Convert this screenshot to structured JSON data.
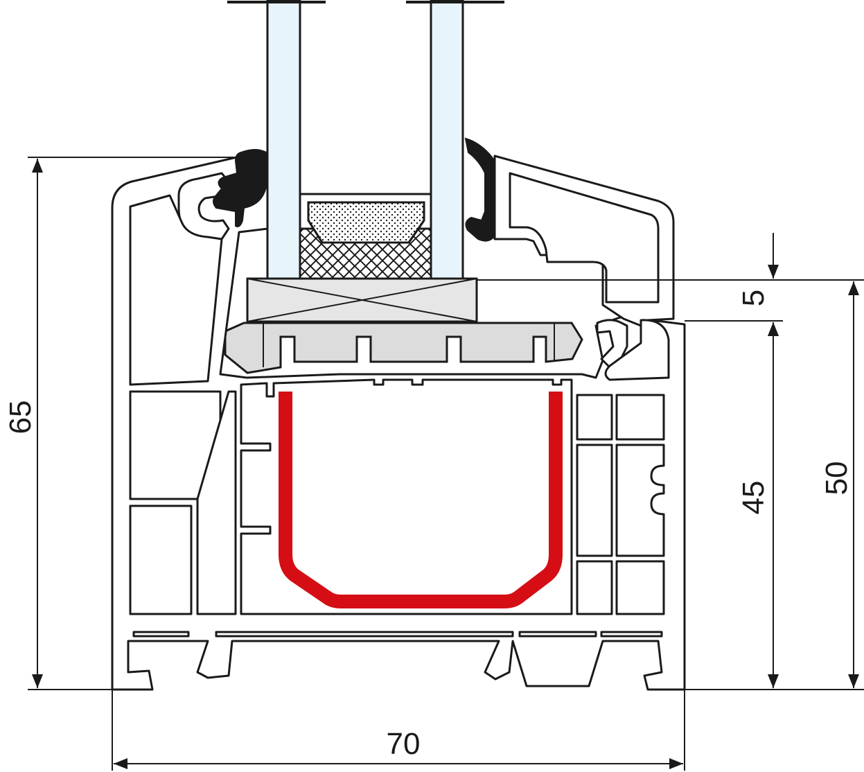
{
  "dimensions": {
    "width_label": "70",
    "height_left_label": "65",
    "rebate_label": "5",
    "middle_label": "45",
    "right_label": "50"
  },
  "colors": {
    "outline": "#1a1a1a",
    "profile_fill": "#ffffff",
    "glass_fill": "#e8f4fc",
    "seal_fill": "#1a1a1a",
    "steel_reinforcement": "#d40e14",
    "block_fill": "#e6e6e6",
    "spacer_fill": "#dcdcdc"
  }
}
